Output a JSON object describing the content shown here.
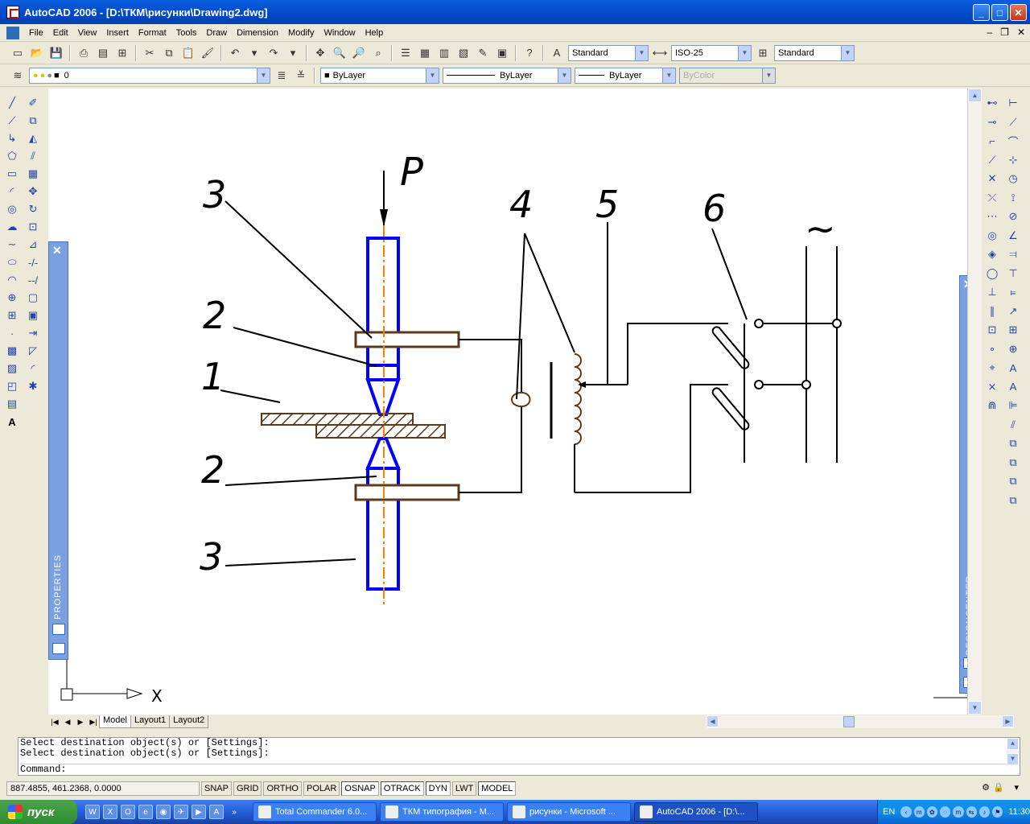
{
  "window": {
    "title": "AutoCAD 2006 - [D:\\ТКМ\\рисунки\\Drawing2.dwg]"
  },
  "menu": [
    "File",
    "Edit",
    "View",
    "Insert",
    "Format",
    "Tools",
    "Draw",
    "Dimension",
    "Modify",
    "Window",
    "Help"
  ],
  "toolbar1": {
    "text_style": "Standard",
    "dim_style": "ISO-25",
    "table_style": "Standard"
  },
  "toolbar2": {
    "layer": "0",
    "color": "ByLayer",
    "linetype": "ByLayer",
    "lineweight": "ByLayer",
    "plotstyle": "ByColor"
  },
  "drawing": {
    "labels": {
      "p": "P",
      "n3_top": "3",
      "n2_top": "2",
      "n1": "1",
      "n2_bottom": "2",
      "n3_bottom": "3",
      "n4": "4",
      "n5": "5",
      "n6": "6",
      "ac": "~"
    },
    "ucs_x": "X",
    "colors": {
      "electrode": "#0000FF",
      "axis": "#FF8000",
      "holder": "#5C3A1E"
    }
  },
  "panels": {
    "properties": "PROPERTIES",
    "designcenter": "DESIGNCENTER"
  },
  "tabs": [
    "Model",
    "Layout1",
    "Layout2"
  ],
  "command": {
    "history": [
      "Select destination object(s) or [Settings]:",
      "Select destination object(s) or [Settings]:"
    ],
    "prompt": "Command:"
  },
  "status": {
    "coords": "887.4855, 461.2368, 0.0000",
    "buttons": [
      "SNAP",
      "GRID",
      "ORTHO",
      "POLAR",
      "OSNAP",
      "OTRACK",
      "DYN",
      "LWT",
      "MODEL"
    ]
  },
  "taskbar": {
    "start": "пуск",
    "tasks": [
      "Total Commander 6.0...",
      "ТКМ типография - М...",
      "рисунки - Microsoft ...",
      "AutoCAD 2006 - [D:\\..."
    ],
    "lang": "EN",
    "clock": "11:30"
  }
}
